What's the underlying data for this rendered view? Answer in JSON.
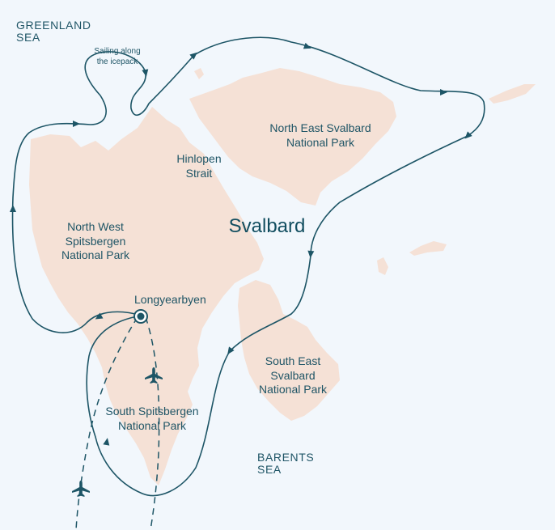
{
  "colors": {
    "water": "#f2f7fc",
    "land": "#f5e1d6",
    "route": "#1d5566",
    "text": "#1f5566"
  },
  "labels": {
    "greenland_sea": "GREENLAND\nSEA",
    "sailing_icepack": "Sailing along\nthe icepack",
    "north_east_park": "North East Svalbard\nNational Park",
    "hinlopen": "Hinlopen\nStrait",
    "svalbard": "Svalbard",
    "north_west_park": "North West\nSpitsbergen\nNational Park",
    "longyearbyen": "Longyearbyen",
    "south_east_park": "South East\nSvalbard\nNational Park",
    "south_spitsbergen_park": "South Spitsbergen\nNational Park",
    "barents_sea": "BARENTS\nSEA"
  },
  "icons": {
    "port": "port-marker-icon",
    "plane": "airplane-icon",
    "arrow": "route-arrow-icon"
  }
}
